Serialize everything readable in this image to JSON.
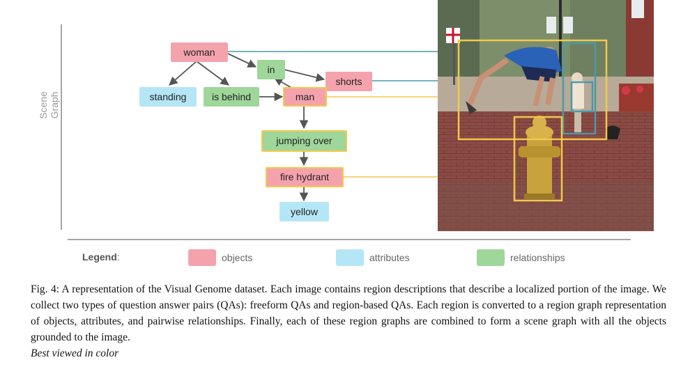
{
  "axis_title": "Scene Graph",
  "nodes": {
    "woman": "woman",
    "in": "in",
    "shorts": "shorts",
    "standing": "standing",
    "is_behind": "is behind",
    "man": "man",
    "jumping_over": "jumping over",
    "fire_hydrant": "fire hydrant",
    "yellow": "yellow"
  },
  "legend": {
    "title": "Legend",
    "colon": ":",
    "items": [
      {
        "label": "objects",
        "color": "#f4a3ad"
      },
      {
        "label": "attributes",
        "color": "#b5e6f6"
      },
      {
        "label": "relationships",
        "color": "#9fd69a"
      }
    ]
  },
  "colors": {
    "object": "#f4a3ad",
    "attribute": "#b5e6f6",
    "relationship": "#9fd69a",
    "grounding_teal": "#4a9aa8",
    "grounding_yellow": "#f2c94c"
  },
  "caption": {
    "text": "Fig. 4: A representation of the Visual Genome dataset. Each image contains region descriptions that describe a localized portion of the image. We collect two types of question answer pairs (QAs): freeform QAs and region-based QAs. Each region is converted to a region graph representation of objects, attributes, and pairwise relationships. Finally, each of these region graphs are combined to form a scene graph with all the objects grounded to the image.",
    "emphasis": "Best viewed in color"
  }
}
